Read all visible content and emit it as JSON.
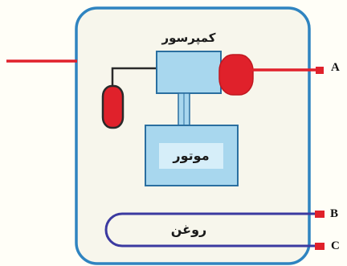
{
  "diagram": {
    "compressor_label": "کمپرسور",
    "motor_label": "موتور",
    "oil_label": "روغن",
    "connection_labels": [
      "A",
      "B",
      "C"
    ]
  },
  "colors": {
    "housing_outline": "#2f84c0",
    "housing_fill": "#f7f6ec",
    "box_fill": "#a8d7ee",
    "box_stroke": "#2a6fa0",
    "pipe_red": "#e0212b",
    "oil_loop": "#3b3aa0",
    "wire": "#2a2a2a",
    "inner_label_bg": "#d6eef9"
  }
}
